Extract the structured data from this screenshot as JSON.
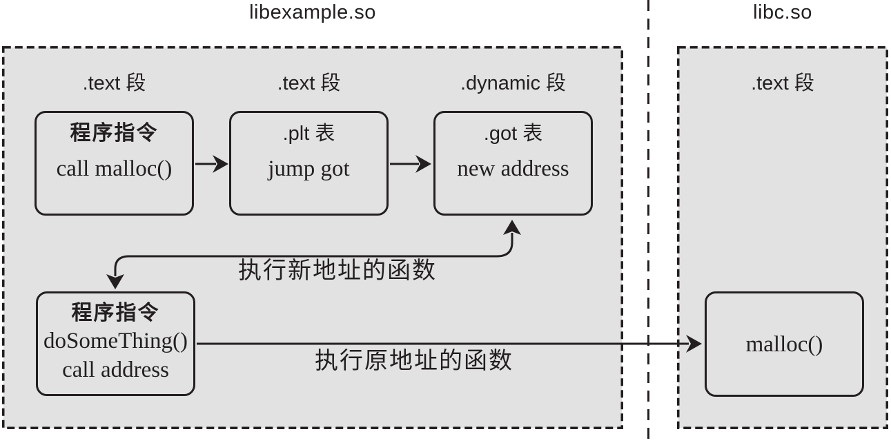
{
  "libexample": {
    "title": "libexample.so",
    "section_labels": {
      "first": ".text 段",
      "second": ".text 段",
      "third": ".dynamic 段"
    },
    "box_program1": {
      "title": "程序指令",
      "code": "call malloc()"
    },
    "box_plt": {
      "title": ".plt 表",
      "code": "jump got"
    },
    "box_got": {
      "title": ".got 表",
      "code": "new address"
    },
    "box_program2": {
      "title": "程序指令",
      "code_line1": "doSomeThing()",
      "code_line2": "call address"
    },
    "label_new_address": "执行新地址的函数",
    "label_original_address": "执行原地址的函数"
  },
  "libc": {
    "title": "libc.so",
    "section_label": ".text 段",
    "box_malloc": {
      "code": "malloc()"
    }
  },
  "colors": {
    "panel_fill": "#e2e2e2",
    "line": "#231f20",
    "background": "#ffffff"
  }
}
